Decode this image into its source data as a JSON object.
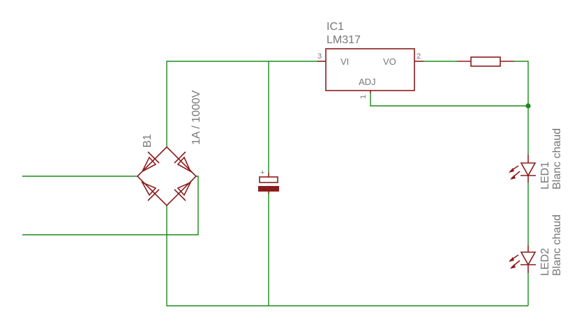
{
  "colors": {
    "wire": "#1a8a1a",
    "part": "#8b1c1c",
    "text": "#777777",
    "junction": "#1a8a1a"
  },
  "ic": {
    "name": "IC1",
    "value": "LM317",
    "pin_vi": "VI",
    "pin_vo": "VO",
    "pin_adj": "ADJ",
    "pin_num_vi": "3",
    "pin_num_vo": "2",
    "pin_num_adj": "1"
  },
  "bridge": {
    "name": "B1",
    "rating": "1A / 1000V"
  },
  "capacitor": {
    "polarity_mark": "+"
  },
  "led1": {
    "name": "LED1",
    "value": "Blanc chaud"
  },
  "led2": {
    "name": "LED2",
    "value": "Blanc chaud"
  }
}
